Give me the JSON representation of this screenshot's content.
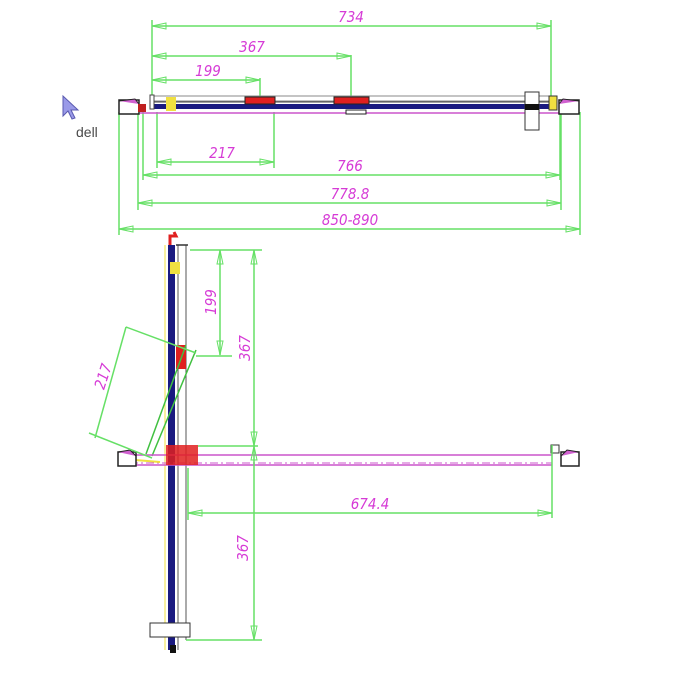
{
  "cursor": {
    "label": "dell",
    "icon": "arrow-cursor-icon"
  },
  "colors": {
    "dimension_line": "#66e066",
    "dimension_text": "#d63bd6",
    "glass": "#1a1a80",
    "track_pink": "#cc55cc",
    "hardware_red": "#e02020",
    "hardware_yellow": "#f0e040"
  },
  "top_view": {
    "dimensions": {
      "d734": "734",
      "d367": "367",
      "d199": "199",
      "d217": "217",
      "d766": "766",
      "d778": "778.8",
      "d850": "850-890"
    }
  },
  "side_view": {
    "dimensions": {
      "d199": "199",
      "d367_top": "367",
      "d217": "217",
      "d674": "674.4",
      "d367_bottom": "367"
    }
  }
}
